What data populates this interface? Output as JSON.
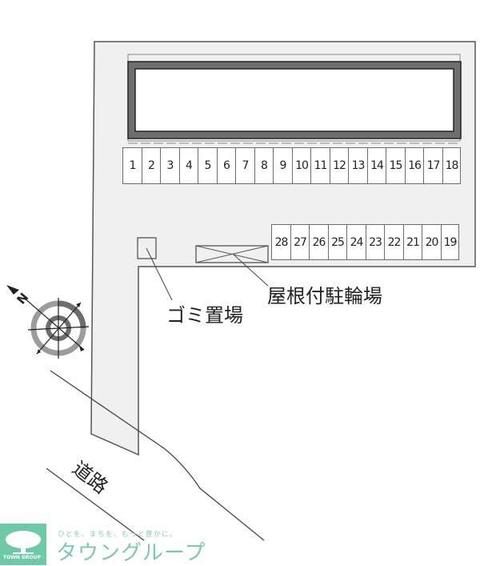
{
  "map": {
    "parking_row_top": [
      "1",
      "2",
      "3",
      "4",
      "5",
      "6",
      "7",
      "8",
      "9",
      "10",
      "11",
      "12",
      "13",
      "14",
      "15",
      "16",
      "17",
      "18"
    ],
    "parking_row_bottom": [
      "28",
      "27",
      "26",
      "25",
      "24",
      "23",
      "22",
      "21",
      "20",
      "19"
    ],
    "labels": {
      "trash": "ゴミ置場",
      "bicycle": "屋根付駐輪場",
      "road": "道路",
      "north": "N"
    },
    "colors": {
      "lot_fill": "#f0f0f0",
      "building_wall": "#6e6e6e",
      "logo_green": "#6dc9a6"
    }
  },
  "logo": {
    "badge": "TOWN GROUP",
    "slogan": "ひとを、まちを、もっと豊かに。",
    "brand": "タウングループ"
  }
}
